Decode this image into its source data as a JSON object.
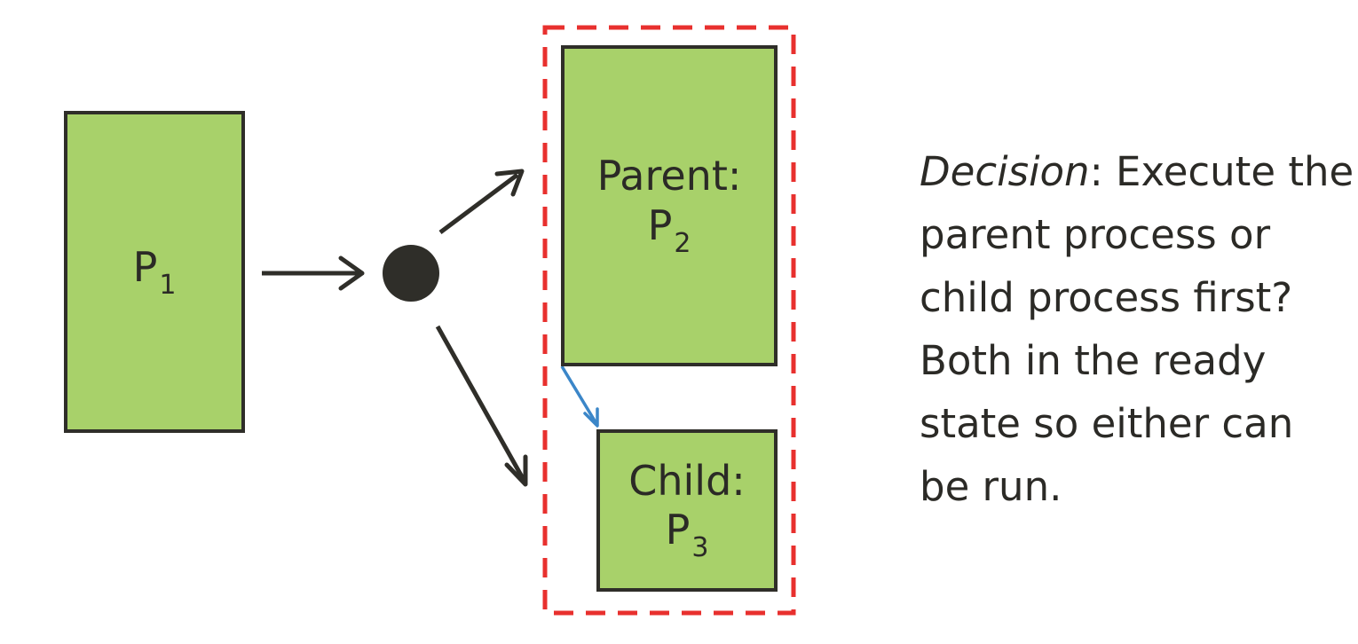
{
  "nodes": {
    "p1": {
      "label": "P",
      "subscript": "1"
    },
    "parent": {
      "title": "Parent:",
      "label": "P",
      "subscript": "2"
    },
    "child": {
      "title": "Child:",
      "label": "P",
      "subscript": "3"
    }
  },
  "decision": {
    "term": "Decision",
    "text": ": Execute the parent process or child process first?  Both in the ready state so either can be run."
  },
  "colors": {
    "box_fill": "#a8d16a",
    "box_border": "#2f2e29",
    "arrow": "#2f2e29",
    "parent_child_arrow": "#3b86c8",
    "group_outline": "#e8302e"
  }
}
